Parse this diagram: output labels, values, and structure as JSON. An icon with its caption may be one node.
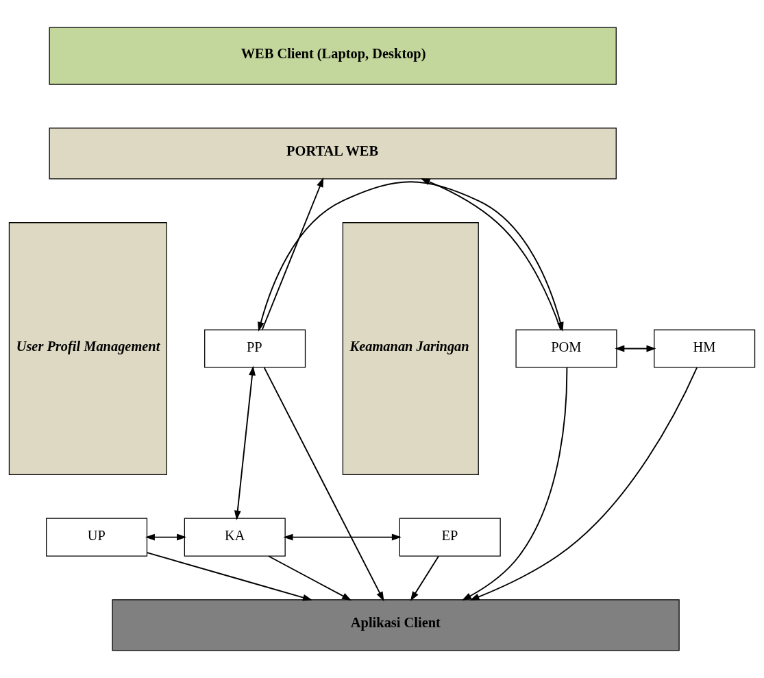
{
  "diagram": {
    "nodes": [
      {
        "text": [
          "WEB Client (Laptop, Desktop)"
        ]
      },
      {
        "text": [
          "PORTAL WEB"
        ]
      },
      {
        "text": [
          "User Profil Management"
        ]
      },
      {
        "text": [
          "Keamanan Jaringan"
        ]
      },
      {
        "text": [
          "PP"
        ]
      },
      {
        "text": [
          "POM"
        ]
      },
      {
        "text": [
          "HM"
        ]
      },
      {
        "text": [
          "UP"
        ]
      },
      {
        "text": [
          "KA"
        ]
      },
      {
        "text": [
          "EP"
        ]
      },
      {
        "text": [
          "Aplikasi Client"
        ]
      }
    ],
    "edges": [
      {
        "from": 4,
        "to": 1,
        "arrow": "to"
      },
      {
        "from": 5,
        "to": 1,
        "arrow": "to"
      },
      {
        "from": 4,
        "to": 5,
        "arrow": "both"
      },
      {
        "from": 5,
        "to": 6,
        "arrow": "both"
      },
      {
        "from": 8,
        "to": 4,
        "arrow": "both"
      },
      {
        "from": 7,
        "to": 8,
        "arrow": "both"
      },
      {
        "from": 8,
        "to": 9,
        "arrow": "both"
      },
      {
        "from": 7,
        "to": 10,
        "arrow": "to"
      },
      {
        "from": 4,
        "to": 10,
        "arrow": "to"
      },
      {
        "from": 8,
        "to": 10,
        "arrow": "to"
      },
      {
        "from": 5,
        "to": 10,
        "arrow": "to"
      },
      {
        "from": 9,
        "to": 10,
        "arrow": "to"
      },
      {
        "from": 6,
        "to": 10,
        "arrow": "to"
      }
    ]
  }
}
